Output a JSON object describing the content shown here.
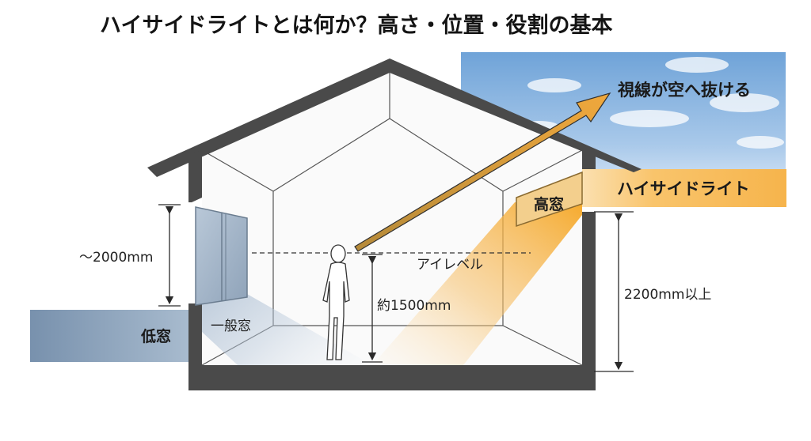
{
  "title": "ハイサイドライトとは何か？高さ・位置・役割の基本",
  "labels": {
    "sky_view": "視線が空へ抜ける",
    "high_side_light": "ハイサイドライト",
    "high_window": "高窓",
    "eye_level": "アイレベル",
    "normal_window": "一般窓",
    "low_window": "低窓",
    "window_height": "～2000mm",
    "eye_height": "約1500mm",
    "high_window_height": "2200mm以上"
  },
  "colors": {
    "wall": "#4a4a4a",
    "sky": "#6fa3d8",
    "light_beam": "#f5b13d",
    "highlight_band": "#f9c46b",
    "low_band": "#7e98b4",
    "arrow": "#e9a23a"
  }
}
